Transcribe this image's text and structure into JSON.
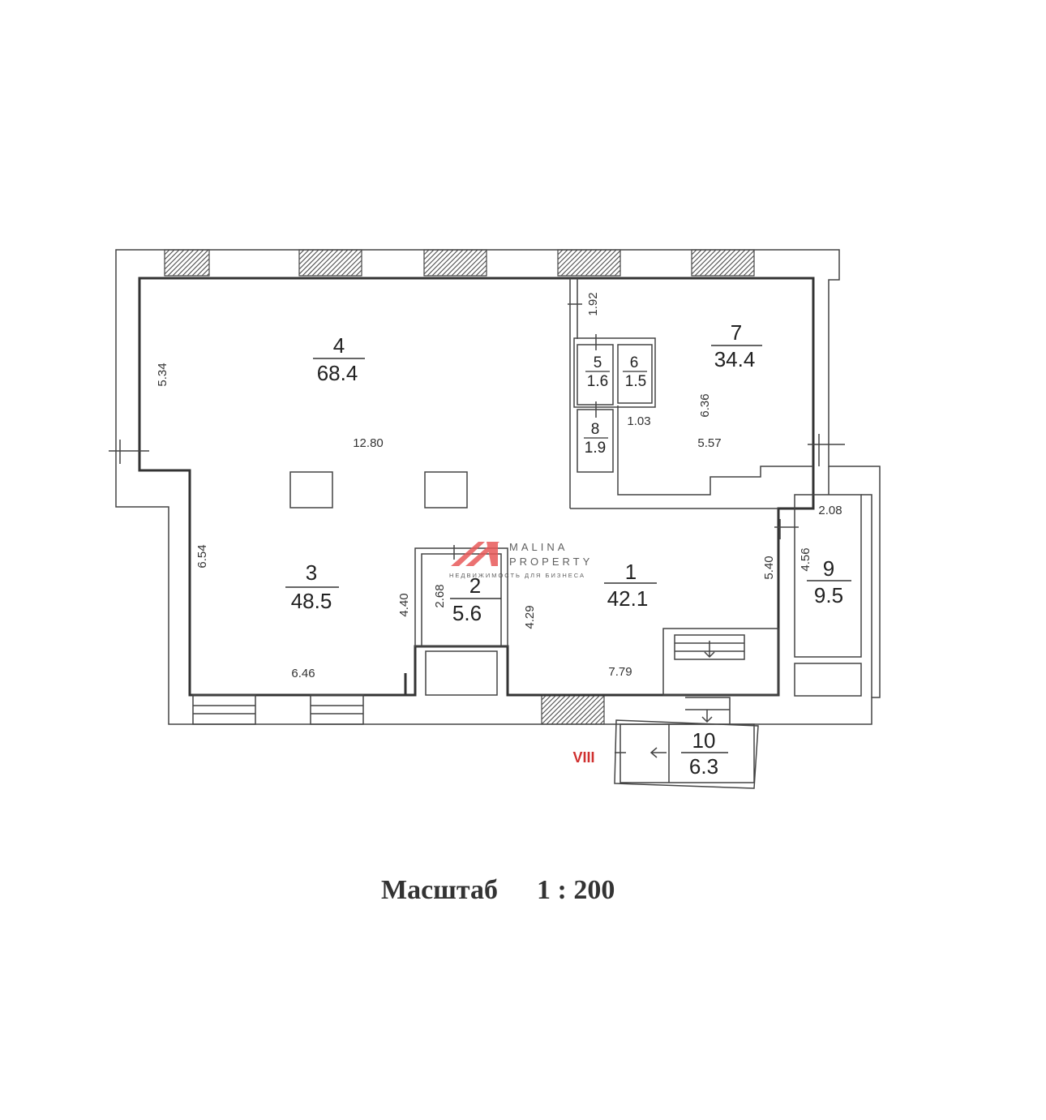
{
  "rooms": [
    {
      "num": "1",
      "area": "42.1"
    },
    {
      "num": "2",
      "area": "5.6"
    },
    {
      "num": "3",
      "area": "48.5"
    },
    {
      "num": "4",
      "area": "68.4"
    },
    {
      "num": "5",
      "area": "1.6"
    },
    {
      "num": "6",
      "area": "1.5"
    },
    {
      "num": "7",
      "area": "34.4"
    },
    {
      "num": "8",
      "area": "1.9"
    },
    {
      "num": "9",
      "area": "9.5"
    },
    {
      "num": "10",
      "area": "6.3"
    }
  ],
  "dimensions": {
    "d534": "5.34",
    "d1280": "12.80",
    "d654": "6.54",
    "d440": "4.40",
    "d268": "2.68",
    "d429": "4.29",
    "d646": "6.46",
    "d779": "7.79",
    "d540": "5.40",
    "d456": "4.56",
    "d208": "2.08",
    "d192": "1.92",
    "d636": "6.36",
    "d103": "1.03",
    "d557": "5.57"
  },
  "entrance_label": "VIII",
  "entrance_color": "#d0302f",
  "scale": {
    "label": "Масштаб",
    "value": "1 : 200"
  },
  "watermark": {
    "line1": "MALINA",
    "line2": "PROPERTY",
    "tagline": "НЕДВИЖИМОСТЬ ДЛЯ БИЗНЕСА",
    "accent": "#e85a5a"
  }
}
